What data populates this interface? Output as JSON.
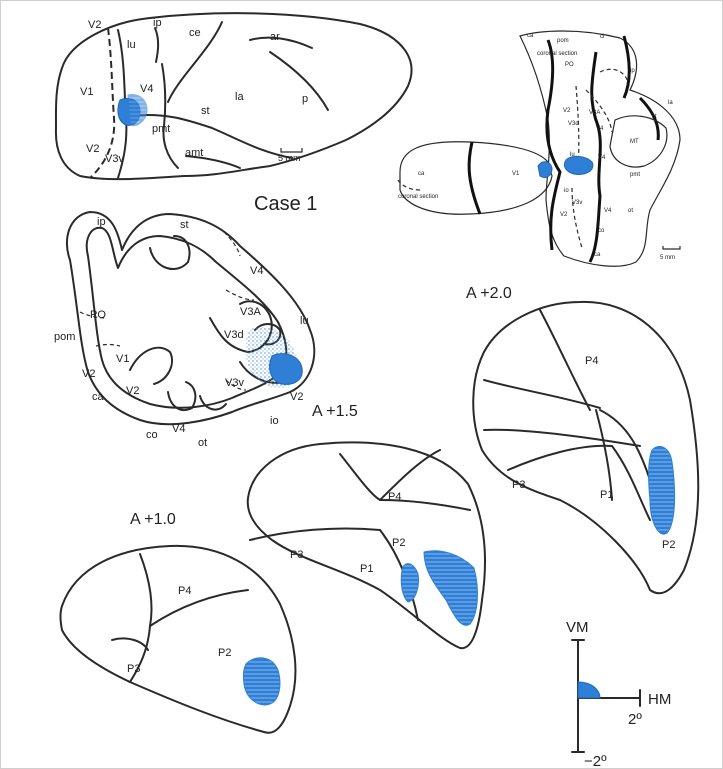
{
  "case_title": "Case 1",
  "lateral_view": {
    "labels": [
      "V2",
      "ip",
      "ce",
      "ar",
      "lu",
      "V1",
      "V4",
      "la",
      "p",
      "st",
      "pmt",
      "V2",
      "V3v",
      "amt"
    ],
    "scale": "5 mm"
  },
  "flatmap": {
    "labels": [
      "ca",
      "pom",
      "ci",
      "coronal section",
      "PO",
      "ip",
      "la",
      "V3A",
      "V2",
      "V3d",
      "V4",
      "st",
      "MT",
      "ca",
      "V1",
      "lu",
      "V4",
      "io",
      "V3v",
      "pmt",
      "V2",
      "V4",
      "ot",
      "co",
      "coronal section",
      "ca"
    ],
    "scale": "5 mm"
  },
  "coronal_section": {
    "labels": [
      "ip",
      "st",
      "V4",
      "V3A",
      "V3d",
      "lu",
      "PO",
      "pom",
      "V1",
      "V2",
      "V2",
      "V3v",
      "V2",
      "ca",
      "io",
      "co",
      "V4",
      "ot"
    ]
  },
  "sections": [
    {
      "title": "A +2.0",
      "labels": [
        "P4",
        "P3",
        "P1",
        "P2"
      ]
    },
    {
      "title": "A +1.5",
      "labels": [
        "P4",
        "P2",
        "P1",
        "P3"
      ]
    },
    {
      "title": "A +1.0",
      "labels": [
        "P4",
        "P3",
        "P2"
      ]
    }
  ],
  "axis_legend": {
    "vm": "VM",
    "hm": "HM",
    "plus2": "2º",
    "minus2": "−2º"
  }
}
